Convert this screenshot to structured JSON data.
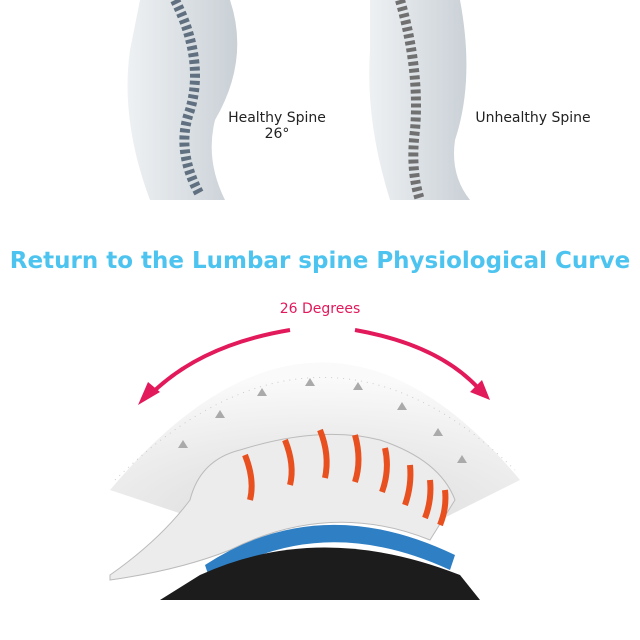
{
  "labels": {
    "healthy": "Healthy Spine",
    "healthy_angle": "26°",
    "unhealthy": "Unhealthy Spine"
  },
  "headline": "Return to the Lumbar spine Physiological Curve",
  "degrees_label": "26 Degrees",
  "colors": {
    "headline": "#4dc4ef",
    "degrees": "#e2195a",
    "stretcher_blue": "#2f7fc4",
    "disc_orange": "#e8501f"
  }
}
